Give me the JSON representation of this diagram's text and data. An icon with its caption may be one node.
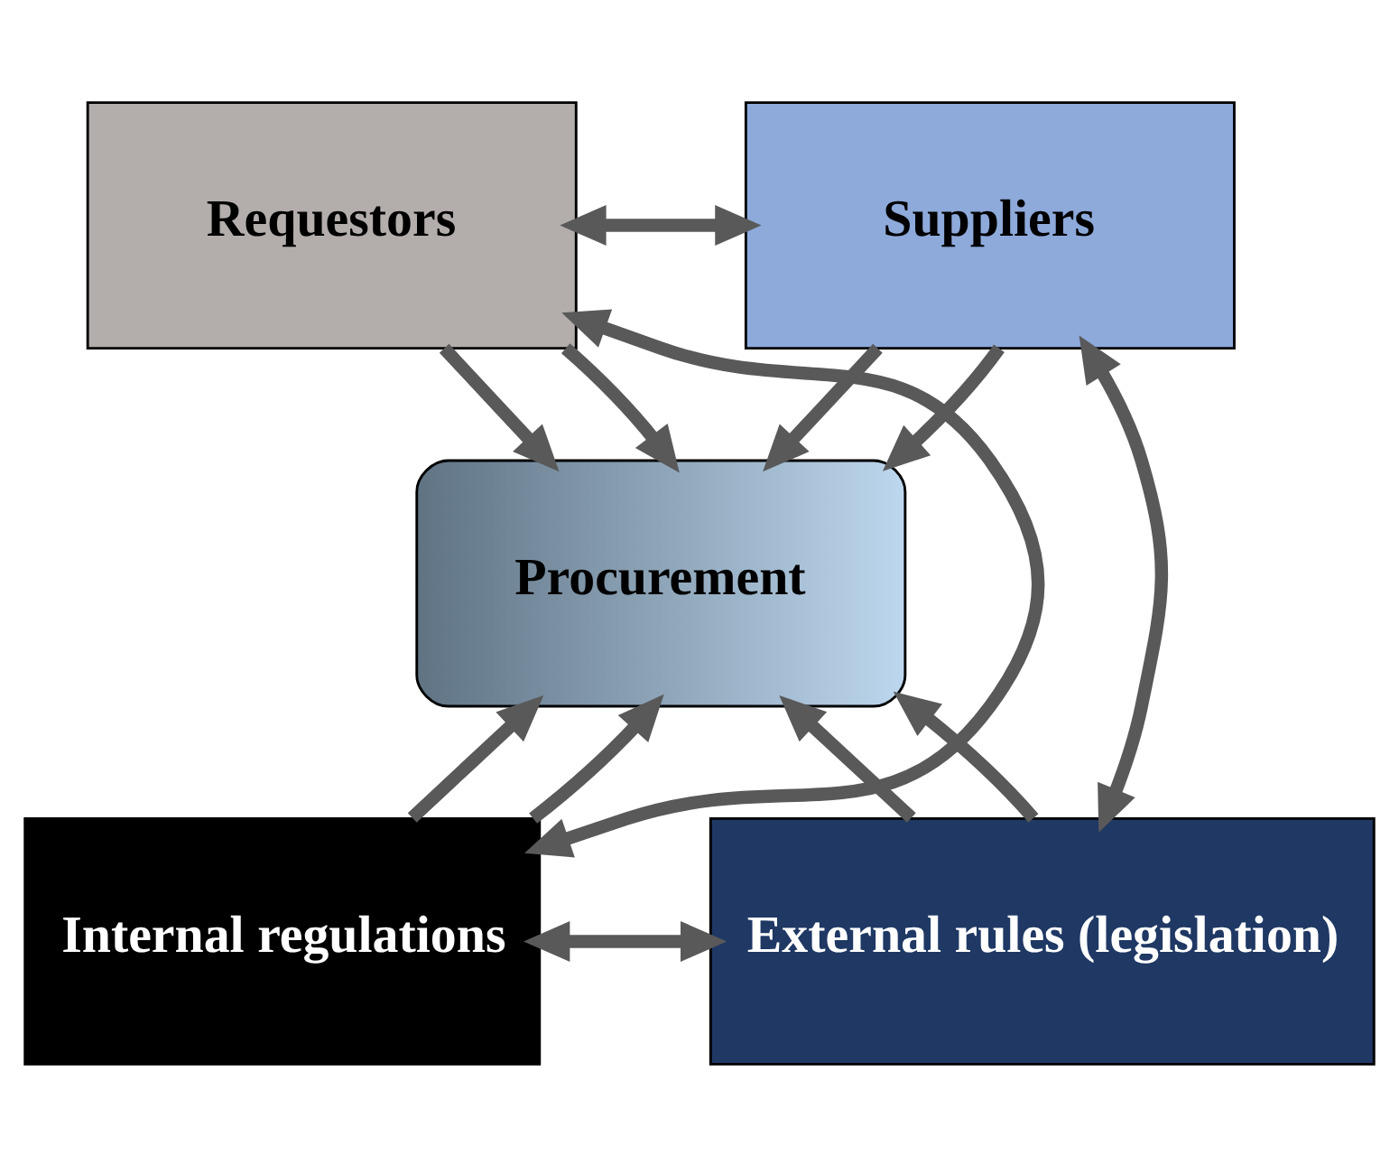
{
  "diagram": {
    "nodes": [
      {
        "text": [
          "Requestors"
        ]
      },
      {
        "text": [
          "Suppliers"
        ]
      },
      {
        "text": [
          "Procurement"
        ]
      },
      {
        "text": [
          "Internal regulations"
        ]
      },
      {
        "text": [
          "External rules (legislation)"
        ]
      }
    ],
    "edges": [
      {
        "from": 0,
        "to": 1,
        "arrow": "both"
      },
      {
        "from": 0,
        "to": 2,
        "arrow": "to"
      },
      {
        "from": 1,
        "to": 2,
        "arrow": "to"
      },
      {
        "from": 0,
        "to": 3,
        "arrow": "both"
      },
      {
        "from": 0,
        "to": 2,
        "arrow": "to"
      },
      {
        "from": 3,
        "to": 2,
        "arrow": "to"
      },
      {
        "from": 1,
        "to": 4,
        "arrow": "both"
      },
      {
        "from": 1,
        "to": 2,
        "arrow": "to"
      },
      {
        "from": 4,
        "to": 2,
        "arrow": "to"
      },
      {
        "from": 3,
        "to": 4,
        "arrow": "both"
      },
      {
        "from": 4,
        "to": 2,
        "arrow": "to"
      },
      {
        "from": 3,
        "to": 2,
        "arrow": "to"
      }
    ]
  }
}
